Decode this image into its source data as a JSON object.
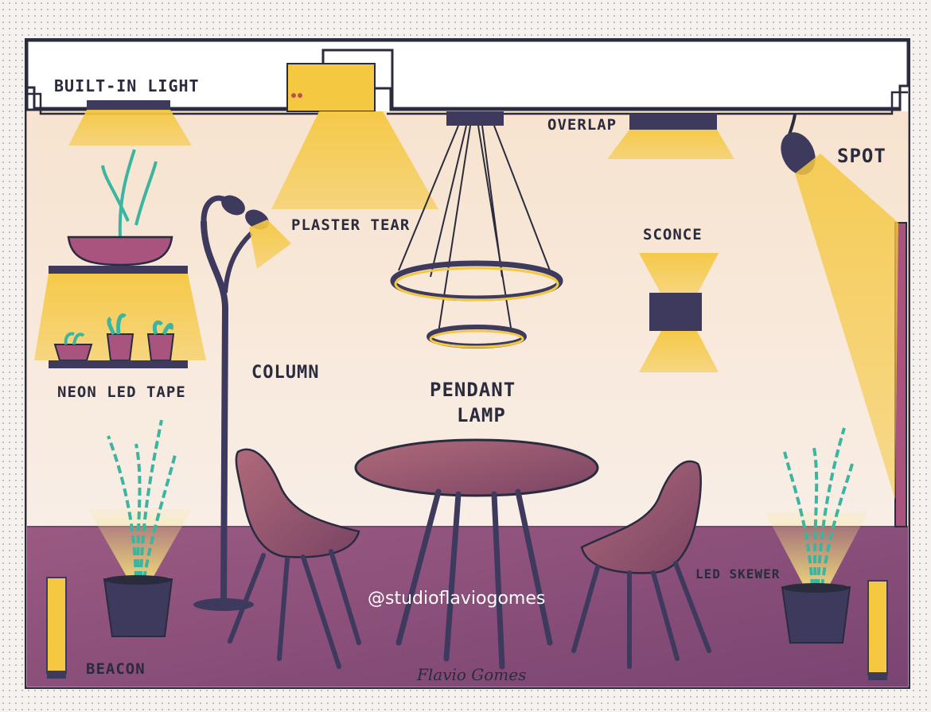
{
  "labels": {
    "built_in_light": "BUILT-IN LIGHT",
    "plaster_tear": "PLASTER TEAR",
    "overlap": "OVERLAP",
    "spot": "SPOT",
    "sconce": "SCONCE",
    "neon_led_tape": "NEON LED TAPE",
    "column": "COLUMN",
    "pendant_lamp_line1": "PENDANT",
    "pendant_lamp_line2": "LAMP",
    "led_skewer": "LED SKEWER",
    "beacon": "BEACON"
  },
  "credit": "@studioflaviogomes",
  "signature": "Flavio Gomes",
  "colors": {
    "ink": "#2a2b3d",
    "light": "#f5c842",
    "wall": "#f6e9dc",
    "floor": "#8a4f78",
    "pot": "#a9537f",
    "plant": "#3bb5a0",
    "navy": "#3d3a5e"
  }
}
